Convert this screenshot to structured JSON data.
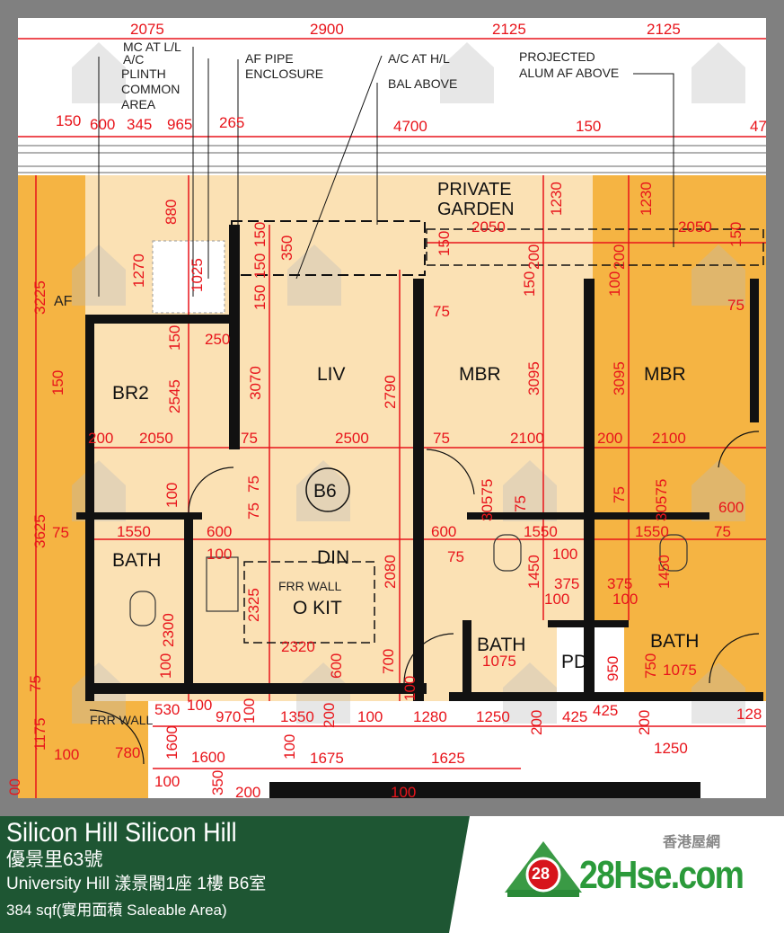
{
  "plan": {
    "top_dims": [
      "2075",
      "2900",
      "2125",
      "2125"
    ],
    "second_dims": [
      "150",
      "600",
      "345",
      "965",
      "265",
      "4700",
      "150",
      "47"
    ],
    "notes": [
      "MC AT L/L",
      "A/C",
      "PLINTH",
      "COMMON",
      "AREA",
      "AF PIPE",
      "ENCLOSURE",
      "A/C AT H/L",
      "BAL ABOVE",
      "PROJECTED",
      "ALUM AF ABOVE",
      "PRIVATE",
      "GARDEN",
      "FRR WALL",
      "FRR WALL"
    ],
    "rooms": [
      "BR2",
      "LIV",
      "MBR",
      "MBR",
      "DIN",
      "BATH",
      "O KIT",
      "BATH",
      "PD",
      "BATH",
      "AF"
    ],
    "unit_badge": "B6",
    "dims": [
      "880",
      "1270",
      "1025",
      "3225",
      "150",
      "350",
      "150",
      "150",
      "2050",
      "1230",
      "200",
      "150",
      "1230",
      "200",
      "2050",
      "150",
      "150",
      "100",
      "75",
      "75",
      "250",
      "150",
      "2545",
      "3070",
      "2790",
      "3095",
      "3095",
      "200",
      "2050",
      "75",
      "2500",
      "75",
      "2100",
      "200",
      "2100",
      "100",
      "30575",
      "75",
      "30575",
      "75",
      "3625",
      "75",
      "1550",
      "600",
      "100",
      "2325",
      "75",
      "600",
      "1550",
      "100",
      "75",
      "1550",
      "600",
      "75",
      "1450",
      "1450",
      "375",
      "375",
      "100",
      "100",
      "2300",
      "2080",
      "2320",
      "600",
      "700",
      "100",
      "1075",
      "950",
      "750",
      "1075",
      "530",
      "100",
      "970",
      "100",
      "1350",
      "200",
      "100",
      "1280",
      "1250",
      "200",
      "425",
      "425",
      "200",
      "128",
      "1175",
      "100",
      "780",
      "1600",
      "1600",
      "100",
      "1675",
      "1625",
      "1250",
      "100",
      "350",
      "200",
      "100",
      "75",
      "75",
      "150",
      "100",
      "00"
    ],
    "watermark": "28Hse.com"
  },
  "footer": {
    "title": "Silicon Hill Silicon Hill",
    "address": "優景里63號",
    "unit": "University Hill 漾景閣1座 1樓 B6室",
    "area": "384 sqf(實用面積 Saleable Area)",
    "brand_cn": "香港屋網",
    "brand": "28Hse.com",
    "logo_number": "28",
    "colors": {
      "panel": "#1e5633",
      "brand_green": "#2b9a3a",
      "logo_red": "#d7141c",
      "dimension_red": "#e8141b",
      "unit_fill": "#fbe1b4",
      "neighbor_fill": "#f5b443"
    }
  }
}
